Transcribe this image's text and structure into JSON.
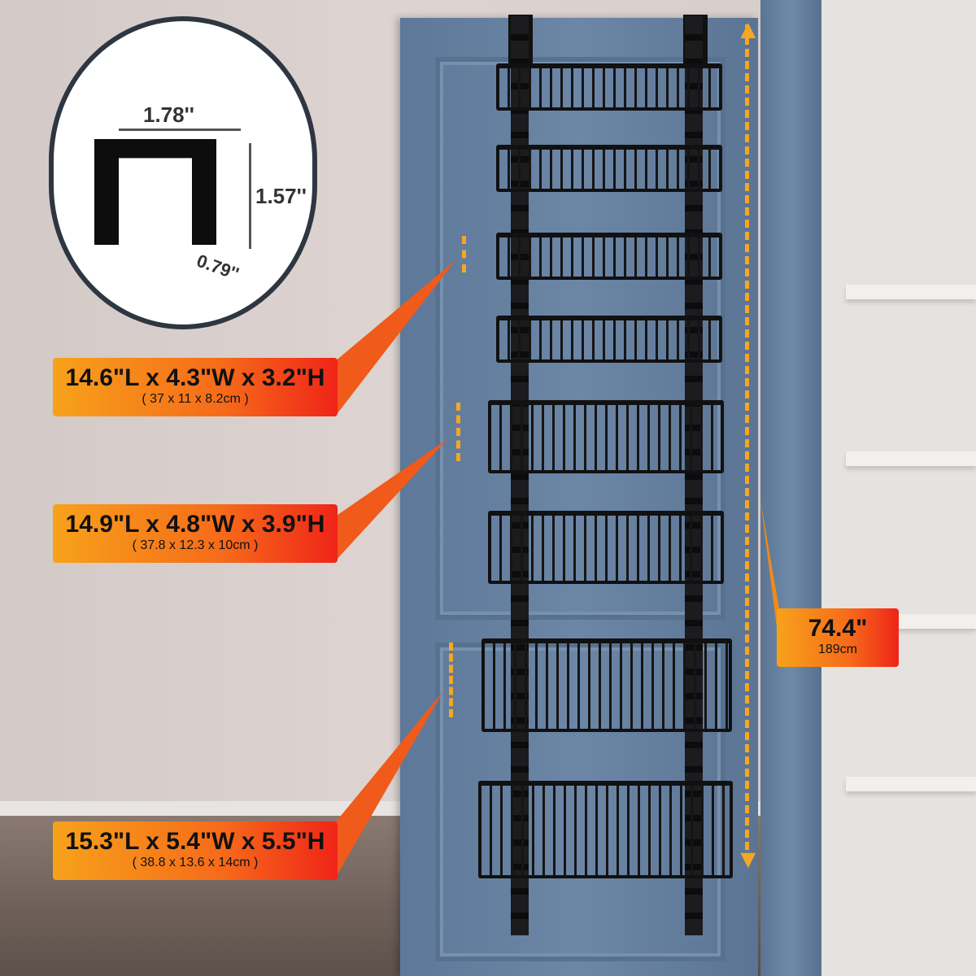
{
  "inset": {
    "width": "1.78''",
    "height": "1.57''",
    "depth": "0.79''"
  },
  "labels": [
    {
      "main": "14.6\"L x 4.3\"W x 3.2\"H",
      "metric": "( 37 x 11 x 8.2cm )"
    },
    {
      "main": "14.9\"L x 4.8\"W x 3.9\"H",
      "metric": "( 37.8 x 12.3 x 10cm )"
    },
    {
      "main": "15.3\"L x 5.4\"W x 5.5\"H",
      "metric": "( 38.8 x 13.6 x 14cm )"
    }
  ],
  "total_height": {
    "main": "74.4\"",
    "metric": "189cm"
  },
  "colors": {
    "accent_start": "#f7a21b",
    "accent_end": "#ef2418",
    "door": "#6a84a4"
  }
}
